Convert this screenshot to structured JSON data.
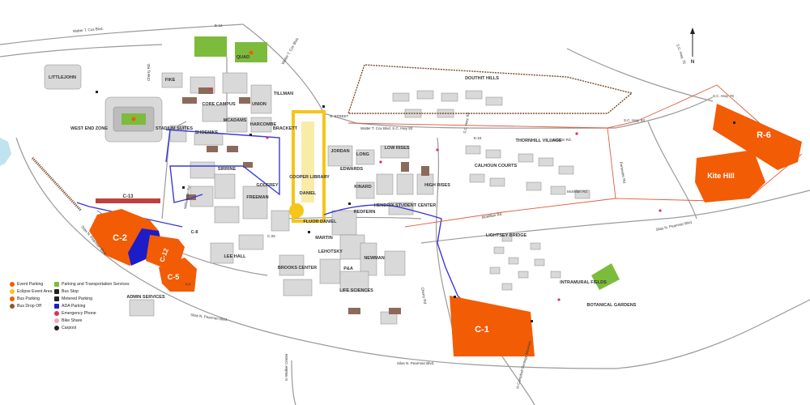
{
  "colors": {
    "event_parking": "#f25c05",
    "eclipse_event_area": "#f5c518",
    "ada": "#1c1cc8",
    "route_blue": "#3a3ad6",
    "route_red": "#e05a3a",
    "green": "#7dbb3c",
    "building": "#d9d9d9",
    "building_dark": "#8c6a5a"
  },
  "lots": [
    {
      "id": "c2",
      "label": "C-2"
    },
    {
      "id": "c12",
      "label": "C-12"
    },
    {
      "id": "c5",
      "label": "C-5"
    },
    {
      "id": "c13",
      "label": "C-13"
    },
    {
      "id": "c1",
      "label": "C-1"
    },
    {
      "id": "r6",
      "label": "R-6"
    },
    {
      "id": "kite",
      "label": "Kite Hill"
    },
    {
      "id": "c8",
      "label": "C-8"
    },
    {
      "id": "c2b",
      "label": "C-2"
    }
  ],
  "buildings": {
    "littlejohn": "LITTLEJOHN",
    "west_endzone": "WEST END ZONE",
    "stadium_suites": "STADIUM SUITES",
    "fike": "FIKE",
    "quad": "QUAD",
    "core_campus": "CORE CAMPUS",
    "mcadams": "MCADAMS",
    "union": "UNION",
    "tillman": "TILLMAN",
    "shoenike": "SHOENIKE",
    "harcombe": "HARCOMBE",
    "cooper_library": "COOPER LIBRARY",
    "brackett": "BRACKETT",
    "sirrine": "SIRRINE",
    "freeman": "FREEMAN",
    "godfrey": "GODFREY",
    "edwards": "EDWARDS",
    "daniel": "DANIEL",
    "brooks_center": "BROOKS CENTER",
    "fluor_daniel": "FLUOR DANIEL",
    "martin": "MARTIN",
    "lehotsky": "LEHOTSKY",
    "pa": "P&A",
    "newman": "NEWMAN",
    "life_sciences": "LIFE SCIENCES",
    "low_rises": "LOW RISES",
    "high_rises": "HIGH RISES",
    "hendrix": "HENDRIX STUDENT CENTER",
    "redfern": "REDFERN",
    "calhoun_courts": "CALHOUN COURTS",
    "thornhill": "THORNHILL VILLAGE",
    "douthit_hills": "DOUTHIT HILLS",
    "lightsey_bridge": "LIGHTSEY BRIDGE",
    "intramural_fields": "INTRAMURAL FIELDS",
    "botanical_gardens": "BOTANICAL GARDENS",
    "admin_services": "ADMIN SERVICES",
    "lee_hall": "LEE HALL",
    "jordan": "JORDAN",
    "long": "LONG",
    "kinard": "KINARD"
  },
  "roads": {
    "walter_cox_top": "Walter T. Cox Blvd.",
    "walter_cox_mid": "Walter T. Cox Blvd.",
    "walter_cox_right": "Walter T. Cox Blvd. S.C. Hwy 93",
    "sc93": "S.C. Hwy. 93",
    "sc93_east": "S.C. Hwy. 93",
    "sc76": "S.C. Hwy. 76",
    "sc76_b": "S.C. Hwy. 76",
    "mcmillan": "McMillan Rd.",
    "mcmillan_b": "McMillan Rd.",
    "morrison": "Morrison Rd.",
    "perimeter": "Perimeter Rd.",
    "silas_left": "Silas N. Pearman Blvd.",
    "silas_bottom": "Silas N. Pearman Blvd.",
    "silas_bottom2": "Silas N. Pearman Blvd.",
    "silas_right": "Silas N. Pearman Blvd.",
    "williamson": "Williamson Rd.",
    "cherry": "Cherry Rd.",
    "cherry_b": "Cherry Rd.",
    "to_walker": "to Walker Center",
    "to_cemetery": "to Campbell Geology Museum",
    "s_street": "S. STREET",
    "e24": "E-24",
    "c25": "C-25",
    "e12": "E-12"
  },
  "north_label": "N",
  "legend": [
    {
      "label": "Event Parking",
      "color": "#f25c05",
      "icon": "event-parking-icon"
    },
    {
      "label": "Eclipse Event Area",
      "color": "#f5c518",
      "icon": "eclipse-area-icon"
    },
    {
      "label": "Bus Parking",
      "color": "#f25c05",
      "icon": "bus-parking-icon"
    },
    {
      "label": "Bus Drop Off",
      "color": "#8c5a2a",
      "icon": "bus-drop-off-icon"
    },
    {
      "label": "Parking and Transportation Services",
      "color": "#7dbb3c",
      "icon": "pts-icon"
    },
    {
      "label": "Bus Stop",
      "color": "#222222",
      "icon": "bus-stop-icon"
    },
    {
      "label": "Metered Parking",
      "color": "#222222",
      "icon": "metered-parking-icon"
    },
    {
      "label": "ADA Parking",
      "color": "#1c1cc8",
      "icon": "ada-parking-icon"
    },
    {
      "label": "Emergency Phone",
      "color": "#e0305a",
      "icon": "emergency-phone-icon"
    },
    {
      "label": "Bike Share",
      "color": "#f4a6b8",
      "icon": "bike-share-icon"
    },
    {
      "label": "Carpool",
      "color": "#222222",
      "icon": "carpool-icon"
    }
  ]
}
